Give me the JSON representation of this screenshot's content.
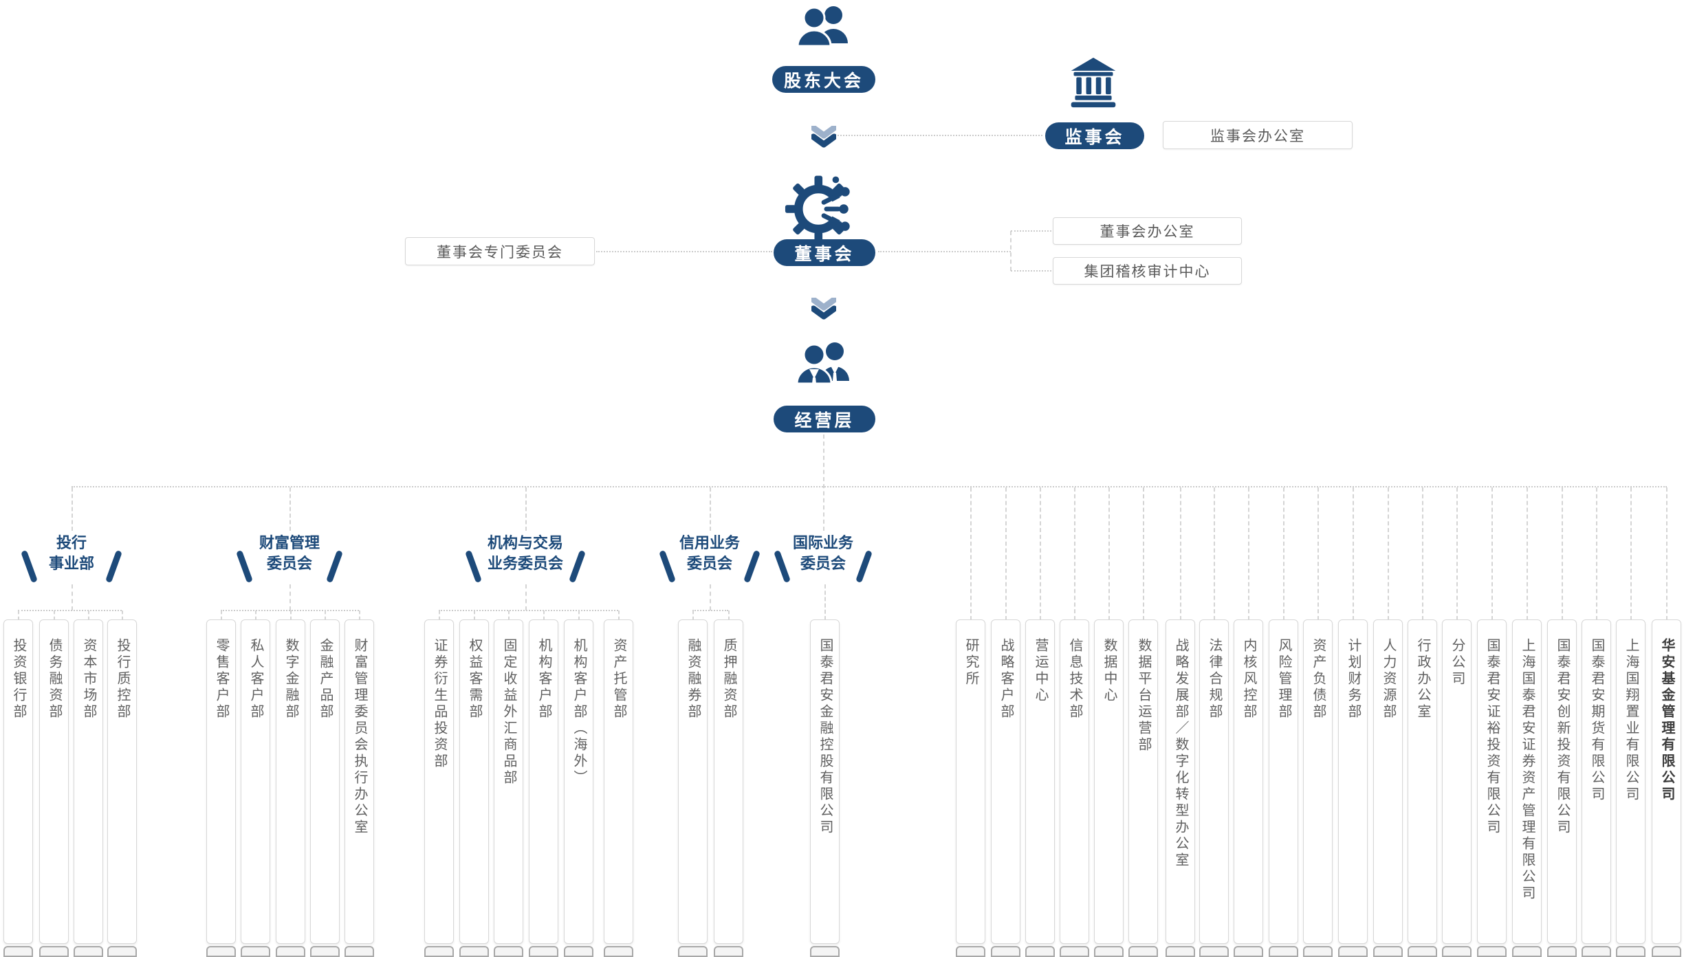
{
  "colors": {
    "navy": "#1d4a7a",
    "box_border": "#d7d7d7",
    "box_text": "#606060",
    "connector": "#cbcbcb",
    "chevron_light": "#9db1cb"
  },
  "icons": {
    "shareholders": "two-people-icon",
    "supervisory_board": "bank-icon",
    "board_of_directors": "gear-circuit-icon",
    "management": "two-businesspeople-icon",
    "flow": "double-chevron-down-icon"
  },
  "nodes": {
    "shareholders_meeting": "股东大会",
    "supervisory_board": "监事会",
    "supervisory_board_office": "监事会办公室",
    "board_special_committees": "董事会专门委员会",
    "board_of_directors": "董事会",
    "board_office": "董事会办公室",
    "group_audit_center": "集团稽核审计中心",
    "management_team": "经营层"
  },
  "committees": [
    {
      "lines": [
        "投行",
        "事业部"
      ],
      "departments": [
        "投资银行部",
        "债务融资部",
        "资本市场部",
        "投行质控部"
      ]
    },
    {
      "lines": [
        "财富管理",
        "委员会"
      ],
      "departments": [
        "零售客户部",
        "私人客户部",
        "数字金融部",
        "金融产品部",
        "财富管理委员会执行办公室"
      ]
    },
    {
      "lines": [
        "机构与交易",
        "业务委员会"
      ],
      "departments": [
        "证券衍生品投资部",
        "权益客需部",
        "固定收益外汇商品部",
        "机构客户部",
        "机构客户部（海外）",
        "资产托管部"
      ]
    },
    {
      "lines": [
        "信用业务",
        "委员会"
      ],
      "departments": [
        "融资融券部",
        "质押融资部"
      ]
    },
    {
      "lines": [
        "国际业务",
        "委员会"
      ],
      "departments": [
        "国泰君安金融控股有限公司"
      ]
    }
  ],
  "direct_units": [
    "研究所",
    "战略客户部",
    "营运中心",
    "信息技术部",
    "数据中心",
    "数据平台运营部",
    "战略发展部／数字化转型办公室",
    "法律合规部",
    "内核风控部",
    "风险管理部",
    "资产负债部",
    "计划财务部",
    "人力资源部",
    "行政办公室",
    "分公司",
    "国泰君安证裕投资有限公司",
    "上海国泰君安证券资产管理有限公司",
    "国泰君安创新投资有限公司",
    "国泰君安期货有限公司",
    "上海国翔置业有限公司"
  ],
  "highlighted_unit": "华安基金管理有限公司"
}
